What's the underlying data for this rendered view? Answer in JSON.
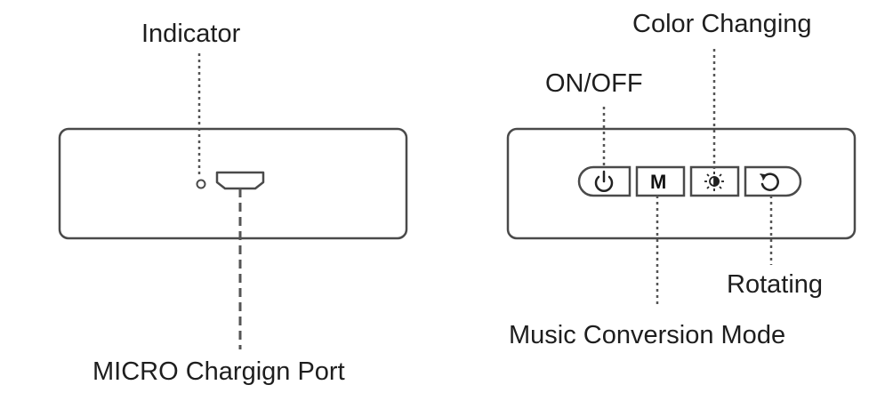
{
  "left_panel": {
    "indicator_label": "Indicator",
    "port_label": "MICRO Chargign Port"
  },
  "right_panel": {
    "on_off_label": "ON/OFF",
    "color_changing_label": "Color Changing",
    "rotating_label": "Rotating",
    "music_mode_label": "Music Conversion Mode",
    "buttons": [
      {
        "icon": "power-icon"
      },
      {
        "icon": "letter-m",
        "text": "M"
      },
      {
        "icon": "sun-icon"
      },
      {
        "icon": "rotate-icon"
      }
    ]
  },
  "colors": {
    "stroke": "#4a4a4a",
    "text": "#1e1e1e"
  }
}
